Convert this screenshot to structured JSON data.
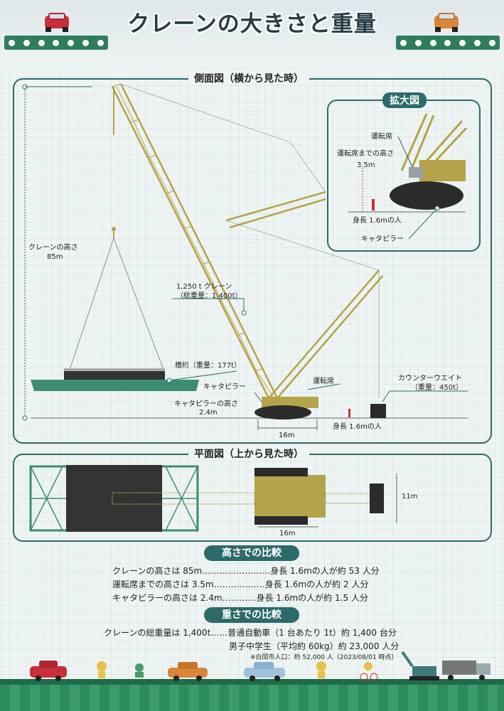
{
  "title": "クレーンの大きさと重量",
  "side_view": {
    "heading": "側面図（横から見た時）",
    "labels": {
      "crane_height": "クレーンの高さ",
      "crane_height_value": "85m",
      "crane_name": "1,250 t クレーン",
      "crane_weight": "（総重量：1,400t）",
      "girder": "橋桁（重量：177t）",
      "caterpillar": "キャタピラー",
      "caterpillar_height": "キャタピラーの高さ",
      "caterpillar_height_value": "2.4m",
      "cab": "運転席",
      "counterweight": "カウンターウエイト",
      "counterweight_weight": "（重量：450t）",
      "width": "16m",
      "person": "身長 1.6mの人"
    }
  },
  "zoom_view": {
    "heading": "拡大図",
    "labels": {
      "cab": "運転席",
      "cab_height": "運転席までの高さ",
      "cab_height_value": "3.5m",
      "person": "身長 1.6mの人",
      "caterpillar": "キャタピラー"
    }
  },
  "plan_view": {
    "heading": "平面図（上から見た時）",
    "width": "16m",
    "depth": "11m"
  },
  "height_comparison": {
    "heading": "高さでの比較",
    "rows": [
      {
        "left": "クレーンの高さは 85m",
        "dots": "……………………",
        "right": "身長 1.6mの人が約  53 人分"
      },
      {
        "left": "運転席までの高さは 3.5m",
        "dots": "………………",
        "right": "身長 1.6mの人が約   2 人分"
      },
      {
        "left": "キャタピラーの高さは 2.4m",
        "dots": "…………",
        "right": "身長 1.6mの人が約 1.5 人分"
      }
    ]
  },
  "weight_comparison": {
    "heading": "重さでの比較",
    "row1_left": "クレーンの総重量は 1,400t",
    "row1_dots": "……",
    "row1_right": "普通自動車（1 台あたり 1t）約 1,400 台分",
    "row2": "男子中学生（平均約 60kg）約 23,000 人分",
    "note": "※白岡市人口：約 52,000 人（2023/08/01 時点）"
  },
  "colors": {
    "crane": "#b5a34a",
    "panel_border": "#2d6a6a",
    "girder": "#3f8c75",
    "track": "#2b2b2b"
  }
}
